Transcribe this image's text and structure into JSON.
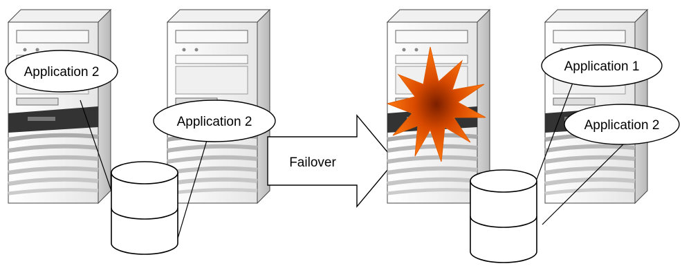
{
  "colors": {
    "case_light": "#f4f4f4",
    "case_mid": "#e0e0e0",
    "case_side": "#c8c8c8",
    "outline": "#222222",
    "dark_band": "#333333",
    "burst_outer": "#ff6a00",
    "burst_inner": "#7a1f00"
  },
  "left_system": {
    "server_a": {
      "label": "Application 2"
    },
    "server_b": {
      "label": "Application 2"
    },
    "shared_disk": {
      "icon": "disk-icon"
    }
  },
  "transition": {
    "label": "Failover",
    "icon": "arrow-right-icon"
  },
  "right_system": {
    "failed_server": {
      "status_icon": "explosion-icon"
    },
    "active_server": {
      "labels": [
        "Application 1",
        "Application 2"
      ]
    },
    "shared_disk": {
      "icon": "disk-icon"
    }
  }
}
